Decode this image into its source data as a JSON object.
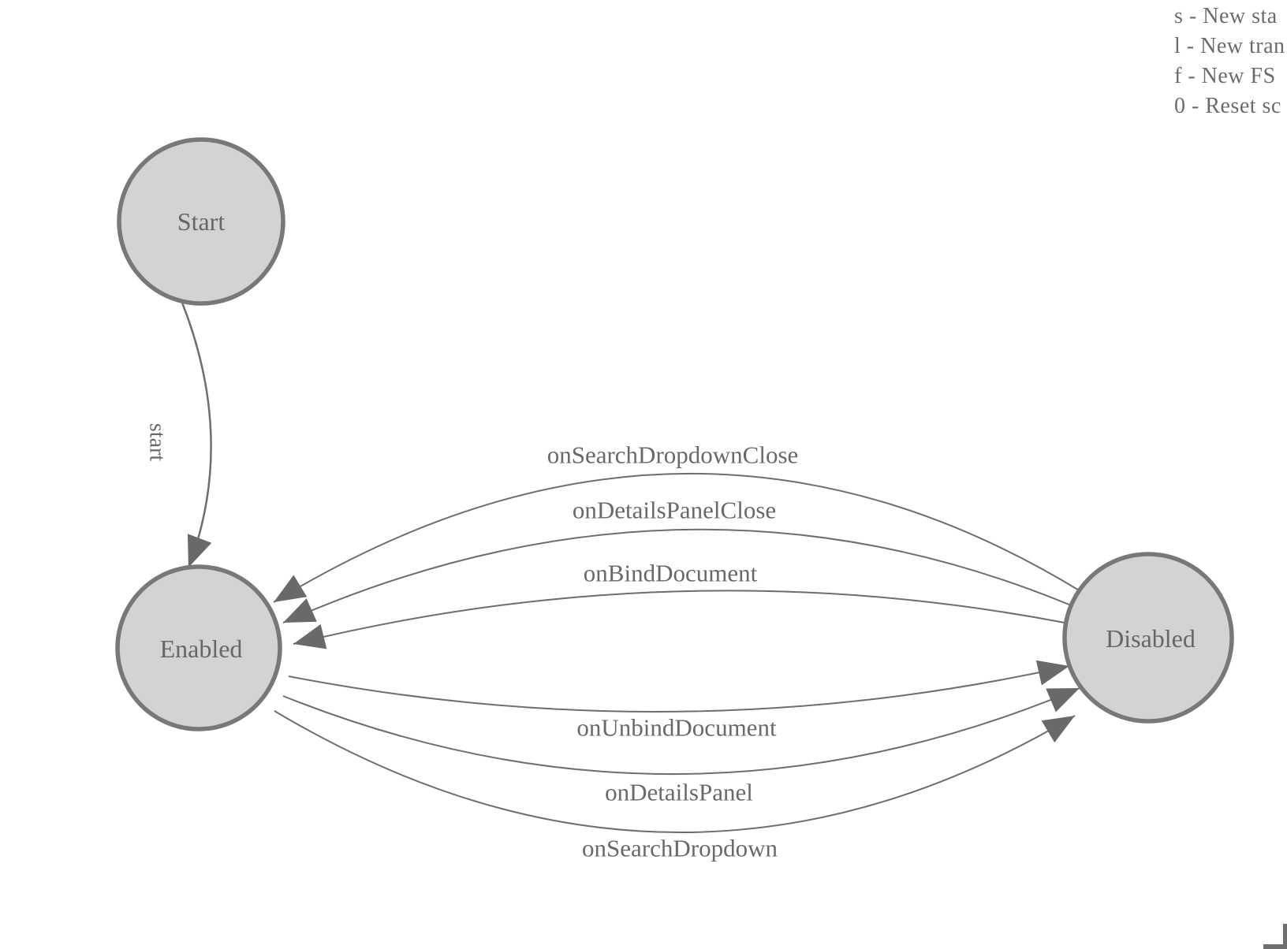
{
  "diagram": {
    "nodes": [
      {
        "id": "start",
        "label": "Start"
      },
      {
        "id": "enabled",
        "label": "Enabled"
      },
      {
        "id": "disabled",
        "label": "Disabled"
      }
    ],
    "transitions": [
      {
        "label": "start",
        "from": "Start",
        "to": "Enabled"
      },
      {
        "label": "onSearchDropdownClose",
        "from": "Disabled",
        "to": "Enabled"
      },
      {
        "label": "onDetailsPanelClose",
        "from": "Disabled",
        "to": "Enabled"
      },
      {
        "label": "onBindDocument",
        "from": "Disabled",
        "to": "Enabled"
      },
      {
        "label": "onUnbindDocument",
        "from": "Enabled",
        "to": "Disabled"
      },
      {
        "label": "onDetailsPanel",
        "from": "Enabled",
        "to": "Disabled"
      },
      {
        "label": "onSearchDropdown",
        "from": "Enabled",
        "to": "Disabled"
      }
    ]
  },
  "legend": {
    "items": [
      {
        "text": "s - New sta"
      },
      {
        "text": "l - New tran"
      },
      {
        "text": "f - New FS"
      },
      {
        "text": "0 - Reset sc"
      }
    ]
  },
  "colors": {
    "node_fill": "#d3d3d3",
    "node_stroke": "#787878",
    "edge": "#6e6e6e",
    "arrow": "#696969",
    "label_text": "#63676b",
    "legend_text": "#6b6b6b"
  }
}
